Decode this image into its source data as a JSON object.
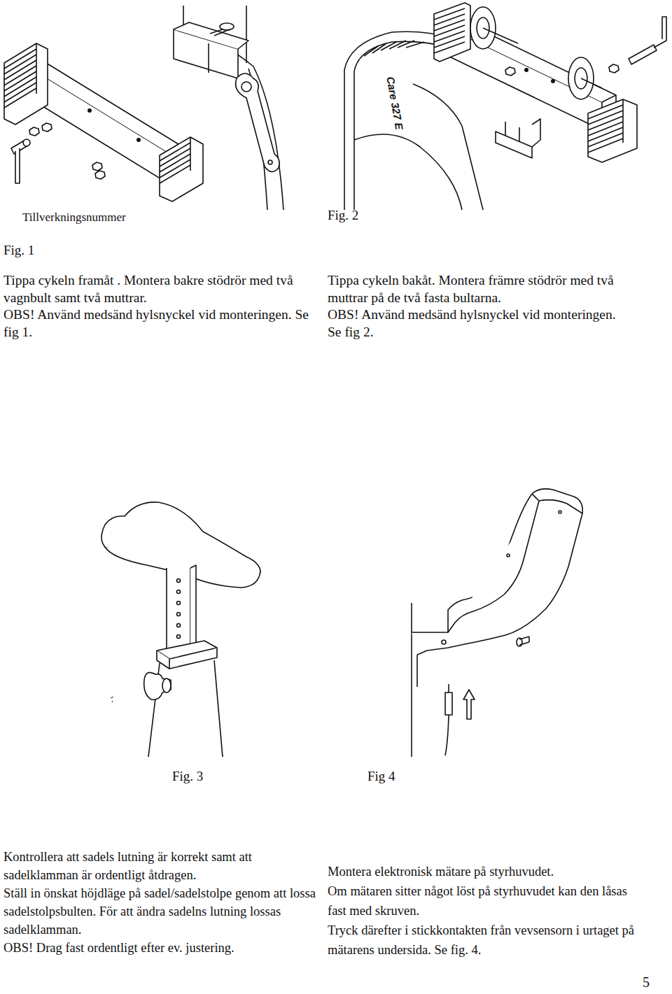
{
  "diagram": {
    "labels": [
      "Tillverkningsnummer",
      "Fig. 1",
      "Tippa cykeln framåt . Montera bakre stödrör med två vagnbult samt två muttrar.",
      "OBS! Använd medsänd hylsnyckel vid monteringen. Se fig 1.",
      "Fig. 2",
      "Tippa cykeln bakåt. Montera främre stödrör med två muttrar på de två fasta bultarna.",
      "OBS! Använd medsänd hylsnyckel vid monteringen. Se fig 2.",
      "Care 327 E",
      "Fig. 3",
      "Fig 4",
      "Kontrollera att sadels lutning är korrekt samt att sadelklamman är ordentligt åtdragen.",
      "Ställ in önskat höjdläge på sadel/sadelstolpe genom att lossa sadelstolpsbulten. För att ändra sadelns lutning lossas sadelklamman.",
      "OBS! Drag fast ordentligt efter ev. justering.",
      "Montera elektronisk mätare på styrhuvudet.",
      "Om mätaren sitter något löst på styrhuvudet kan den låsas fast med skruven.",
      "Tryck därefter i stickkontakten från vevsensorn i urtaget på mätarens undersida. Se fig. 4.",
      "5"
    ]
  }
}
